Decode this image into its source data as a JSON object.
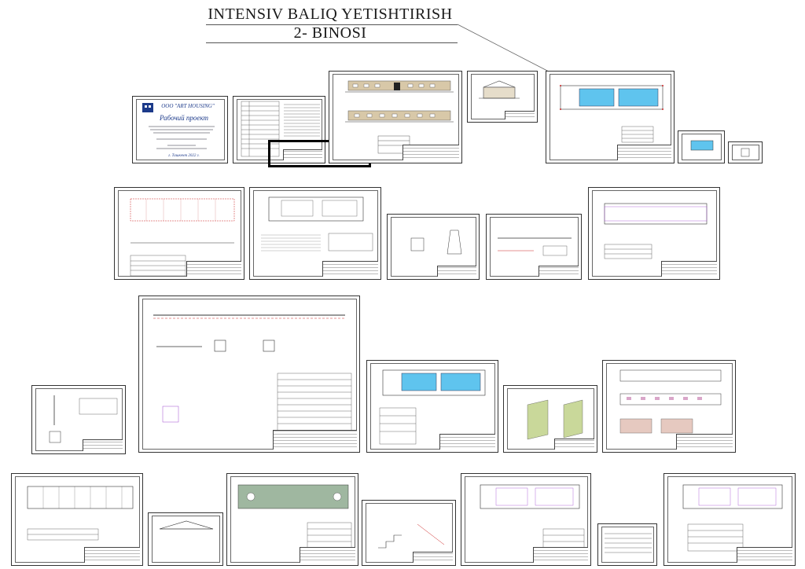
{
  "header": {
    "title_line1": "INTENSIV BALIQ YETISHTIRISH",
    "title_line2": "2- BINOSI"
  },
  "cover": {
    "company": "ООО \"ART HOUSING\"",
    "doc_type": "Рабочий проект",
    "city": "г. Ташкент 2022 г."
  },
  "colors": {
    "pool": "#5fc4ee",
    "roof": "#d8c8a8",
    "panel": "#9fb7a0",
    "line": "#333333",
    "accent": "#cc2222"
  }
}
